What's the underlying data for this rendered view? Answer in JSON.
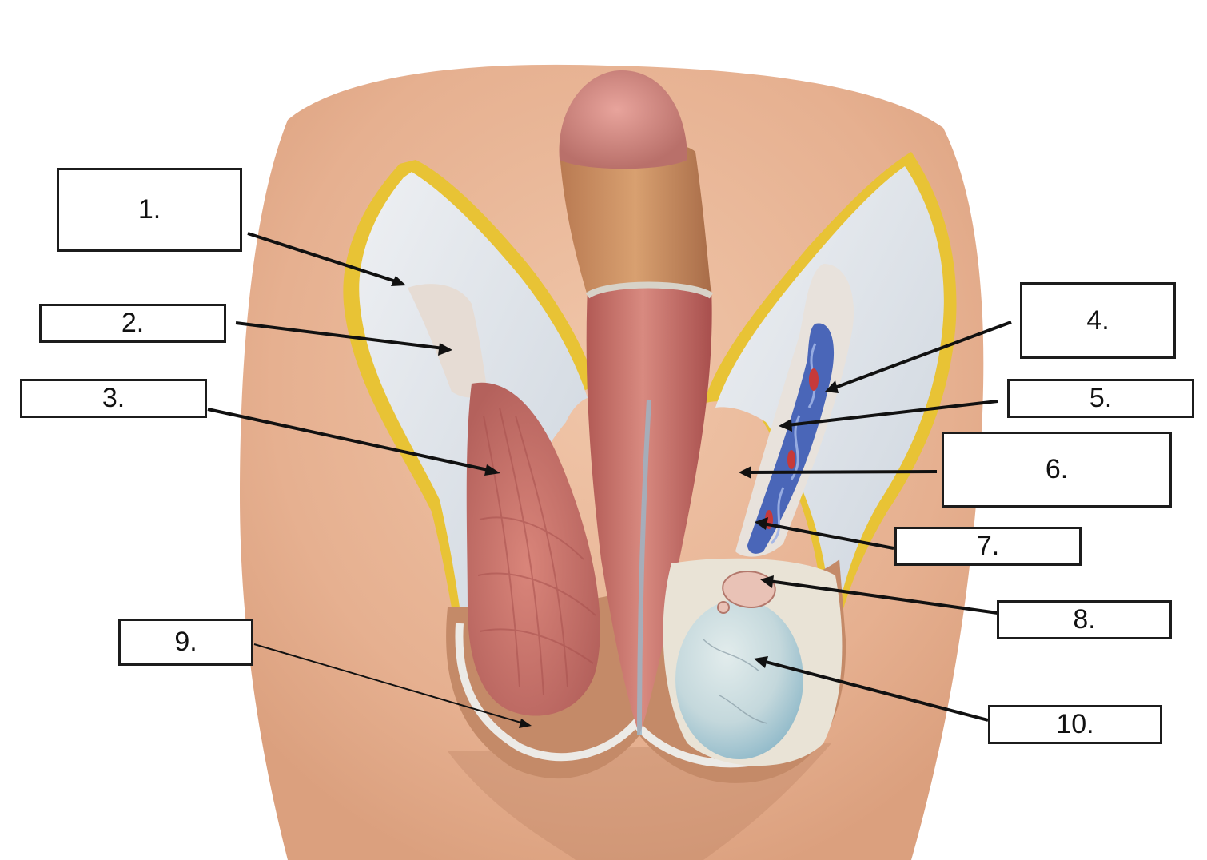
{
  "labels": [
    {
      "id": "1",
      "text": "1."
    },
    {
      "id": "2",
      "text": "2."
    },
    {
      "id": "3",
      "text": "3."
    },
    {
      "id": "4",
      "text": "4."
    },
    {
      "id": "5",
      "text": "5."
    },
    {
      "id": "6",
      "text": "6."
    },
    {
      "id": "7",
      "text": "7."
    },
    {
      "id": "8",
      "text": "8."
    },
    {
      "id": "9",
      "text": "9."
    },
    {
      "id": "10",
      "text": "10."
    }
  ],
  "colors": {
    "skin": "#e7b394",
    "muscle": "#c9706a",
    "fat": "#e8c335",
    "fascia": "#d9dde3",
    "veins": "#4a66b8",
    "testis": "#c5d9de",
    "line": "#111111"
  }
}
